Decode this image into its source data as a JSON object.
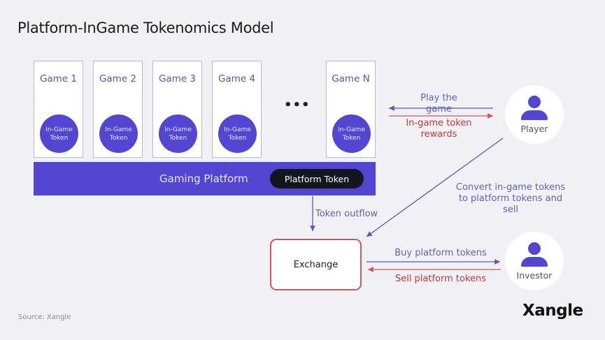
{
  "title": "Platform-InGame Tokenomics Model",
  "games": [
    {
      "name": "Game 1",
      "token": "In-Game Token"
    },
    {
      "name": "Game 2",
      "token": "In-Game Token"
    },
    {
      "name": "Game 3",
      "token": "In-Game Token"
    },
    {
      "name": "Game 4",
      "token": "In-Game Token"
    },
    {
      "name": "Game N",
      "token": "In-Game Token"
    }
  ],
  "ellipsis": "•••",
  "platform": {
    "label": "Gaming Platform",
    "token": "Platform Token"
  },
  "player": {
    "label": "Player",
    "icon": "user-icon"
  },
  "investor": {
    "label": "Investor",
    "icon": "user-icon"
  },
  "exchange": {
    "label": "Exchange"
  },
  "flows": {
    "play_game": "Play the game",
    "rewards": "In-game token rewards",
    "token_outflow": "Token outflow",
    "convert": "Convert in-game tokens to platform tokens and sell",
    "buy": "Buy platform tokens",
    "sell": "Sell platform tokens"
  },
  "colors": {
    "accent": "#5346d0",
    "red": "#c8353f",
    "dark": "#14161d",
    "background": "#f0f1f5"
  },
  "source": "Source: Xangle",
  "logo": "Xangle"
}
